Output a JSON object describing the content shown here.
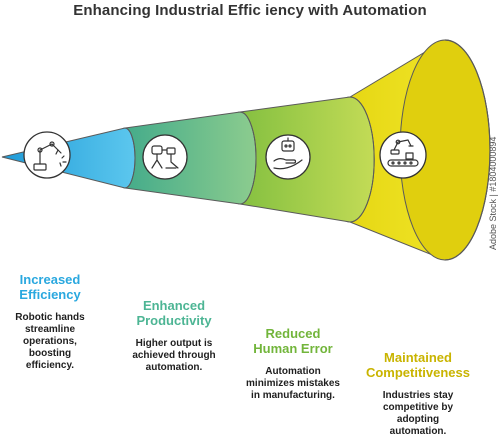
{
  "title": "Enhancing Industrial Effic  iency with Automation",
  "colors": {
    "blue": "#29A6E0",
    "teal": "#4DB594",
    "lime": "#8CC442",
    "yellow": "#E8DA0F"
  },
  "steps": [
    {
      "icon": "robotic-arm-icon",
      "heading": [
        "Increased",
        "Efficiency"
      ],
      "description": [
        "Robotic hands",
        "streamline",
        "operations, boosting",
        "efficiency."
      ],
      "color": "#2AA8DF"
    },
    {
      "icon": "robot-operator-icon",
      "heading": [
        "Enhanced",
        "Productivity"
      ],
      "description": [
        "Higher output is",
        "achieved through",
        "automation."
      ],
      "color": "#4DB594"
    },
    {
      "icon": "robot-hand-icon",
      "heading": [
        "Reduced",
        "Human Error"
      ],
      "description": [
        "Automation",
        "minimizes mistakes",
        "in manufacturing."
      ],
      "color": "#72B53B"
    },
    {
      "icon": "conveyor-arm-icon",
      "heading": [
        "Maintained",
        "Competitiveness"
      ],
      "description": [
        "Industries stay",
        "competitive by",
        "adopting",
        "automation."
      ],
      "color": "#C9B400"
    }
  ],
  "watermark": "Adobe Stock | #1804000894"
}
